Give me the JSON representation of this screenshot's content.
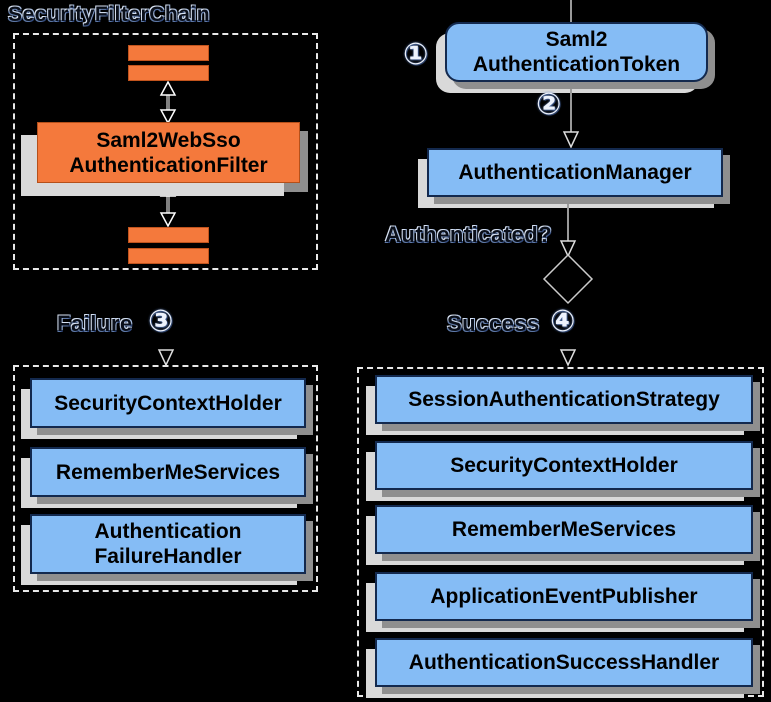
{
  "diagram": {
    "title": "SecurityFilterChain",
    "filter_chain": {
      "filter_node": "Saml2WebSso\nAuthenticationFilter"
    },
    "flow": {
      "step1": "①",
      "step2": "②",
      "step3": "③",
      "step4": "④",
      "token_node": "Saml2\nAuthenticationToken",
      "manager_node": "AuthenticationManager",
      "decision_label": "Authenticated?",
      "failure_label": "Failure",
      "success_label": "Success"
    },
    "failure_branch": {
      "handlers": [
        "SecurityContextHolder",
        "RememberMeServices",
        "Authentication\nFailureHandler"
      ]
    },
    "success_branch": {
      "handlers": [
        "SessionAuthenticationStrategy",
        "SecurityContextHolder",
        "RememberMeServices",
        "ApplicationEventPublisher",
        "AuthenticationSuccessHandler"
      ]
    },
    "colors": {
      "background": "#000000",
      "orange_fill": "#F4793C",
      "blue_fill": "#85BCF5",
      "node_border": "#13294E",
      "shadow_light": "#D9D9D9",
      "shadow_dark": "#8F8F8F"
    }
  }
}
